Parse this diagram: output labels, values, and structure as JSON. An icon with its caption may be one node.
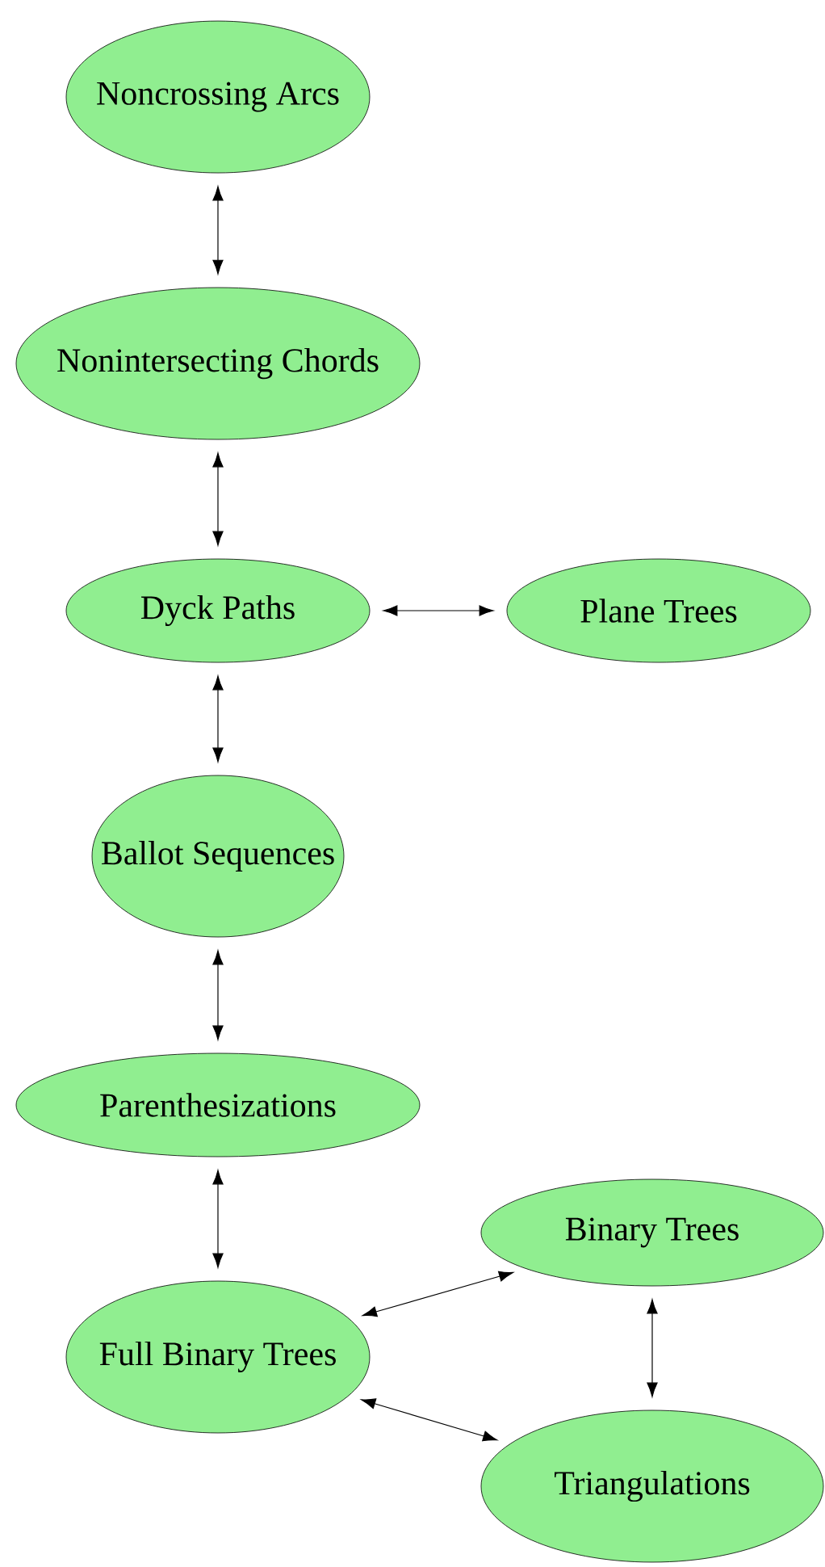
{
  "diagram": {
    "nodes": [
      {
        "text": [
          "Noncrossing Arcs"
        ]
      },
      {
        "text": [
          "Nonintersecting Chords"
        ]
      },
      {
        "text": [
          "Dyck Paths"
        ]
      },
      {
        "text": [
          "Plane Trees"
        ]
      },
      {
        "text": [
          "Ballot Sequences"
        ]
      },
      {
        "text": [
          "Parenthesizations"
        ]
      },
      {
        "text": [
          "Full Binary Trees"
        ]
      },
      {
        "text": [
          "Binary Trees"
        ]
      },
      {
        "text": [
          "Triangulations"
        ]
      }
    ],
    "edges": [
      {
        "from": 0,
        "to": 1,
        "arrow": "both"
      },
      {
        "from": 1,
        "to": 2,
        "arrow": "both"
      },
      {
        "from": 2,
        "to": 3,
        "arrow": "both"
      },
      {
        "from": 2,
        "to": 4,
        "arrow": "both"
      },
      {
        "from": 4,
        "to": 5,
        "arrow": "both"
      },
      {
        "from": 5,
        "to": 6,
        "arrow": "both"
      },
      {
        "from": 6,
        "to": 7,
        "arrow": "both"
      },
      {
        "from": 6,
        "to": 8,
        "arrow": "both"
      },
      {
        "from": 7,
        "to": 8,
        "arrow": "both"
      }
    ]
  }
}
